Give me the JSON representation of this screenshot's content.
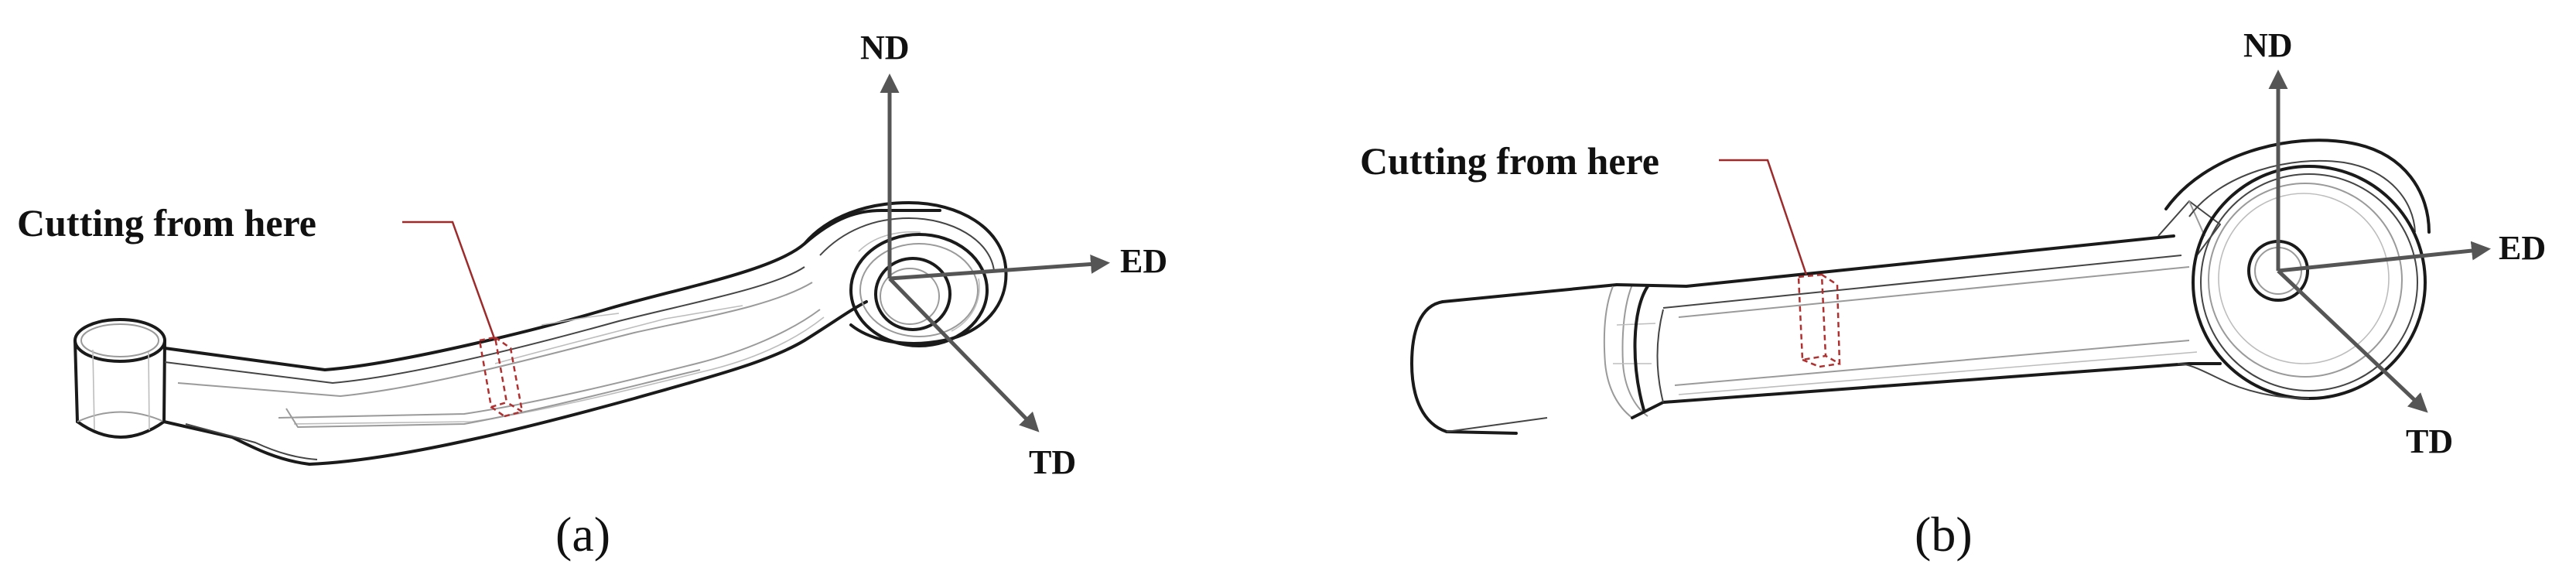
{
  "panel_a": {
    "label": "(a)",
    "callout": "Cutting from here",
    "axes": {
      "nd": "ND",
      "ed": "ED",
      "td": "TD"
    }
  },
  "panel_b": {
    "label": "(b)",
    "callout": "Cutting from here",
    "axes": {
      "nd": "ND",
      "ed": "ED",
      "td": "TD"
    }
  },
  "colors": {
    "outline": "#1a1a1a",
    "axis": "#555555",
    "cut_marker": "#b03030",
    "leader": "#9e2b2b"
  }
}
